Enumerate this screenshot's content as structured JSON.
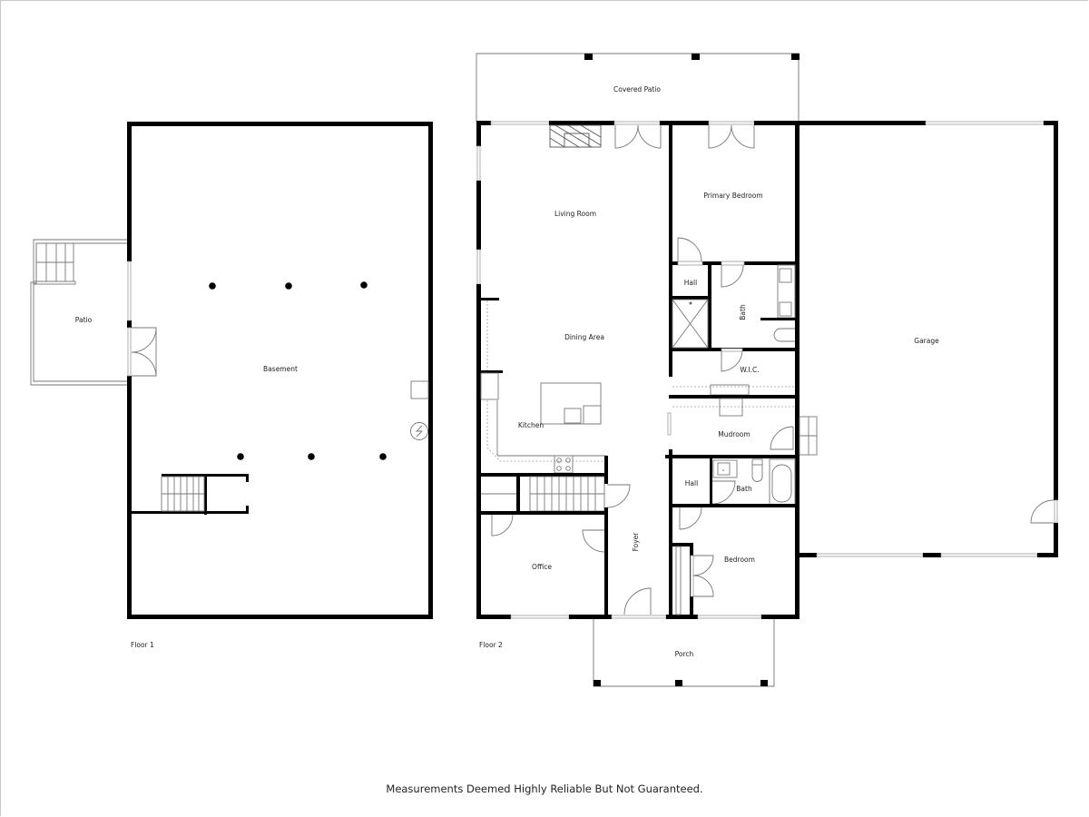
{
  "document": {
    "type": "floor plan",
    "footer_note": "Measurements Deemed Highly Reliable But Not Guaranteed.",
    "colors": {
      "wall": "#000000",
      "outline": "#777777",
      "background": "#ffffff"
    }
  },
  "floors": [
    {
      "label": "Floor 1",
      "rooms": [
        {
          "name": "Patio"
        },
        {
          "name": "Basement"
        }
      ],
      "features": [
        "support-column x6",
        "exterior stairs",
        "interior stairs",
        "double door",
        "water heater",
        "utility box"
      ]
    },
    {
      "label": "Floor 2",
      "rooms": [
        {
          "name": "Covered Patio"
        },
        {
          "name": "Living Room"
        },
        {
          "name": "Primary Bedroom"
        },
        {
          "name": "Hall"
        },
        {
          "name": "Bath"
        },
        {
          "name": "W.I.C."
        },
        {
          "name": "Dining Area"
        },
        {
          "name": "Kitchen"
        },
        {
          "name": "Mudroom"
        },
        {
          "name": "Hall"
        },
        {
          "name": "Bath"
        },
        {
          "name": "Garage"
        },
        {
          "name": "Foyer"
        },
        {
          "name": "Office"
        },
        {
          "name": "Bedroom"
        },
        {
          "name": "Porch"
        }
      ],
      "features": [
        "fireplace",
        "kitchen island",
        "range",
        "stairs",
        "shower",
        "tub",
        "vanities",
        "toilets",
        "garage doors"
      ]
    }
  ]
}
